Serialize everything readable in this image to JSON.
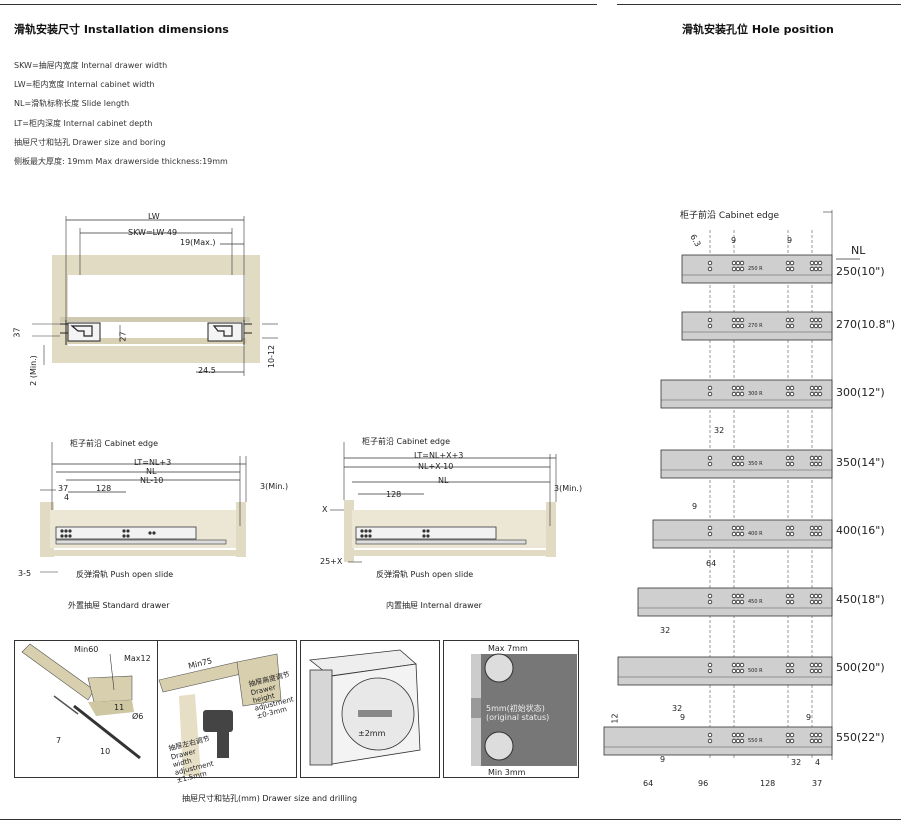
{
  "header_left": "滑轨安装尺寸 Installation dimensions",
  "header_right": "滑轨安装孔位 Hole position",
  "definitions": [
    "SKW=抽屉内宽度  Internal drawer width",
    "LW=柜内宽度  Internal cabinet width",
    "NL=滑轨标称长度  Slide length",
    "LT=柜内深度  Internal cabinet depth",
    "抽屉尺寸和钻孔  Drawer size and boring",
    "侧板最大厚度: 19mm   Max drawerside thickness:19mm"
  ],
  "front_view": {
    "lw": "LW",
    "skw": "SKW=LW-49",
    "max19": "19(Max.)",
    "d37": "37",
    "d27": "27",
    "d24_5": "24.5",
    "d10_12": "10-12",
    "min2": "2 (Min.)"
  },
  "std_drawer": {
    "edge": "柜子前沿  Cabinet edge",
    "lt": "LT=NL+3",
    "nl": "NL",
    "nl10": "NL-10",
    "d37": "37",
    "d4": "4",
    "d128": "128",
    "min3": "3(Min.)",
    "d35": "3-5",
    "push": "反弹滑轨  Push open slide",
    "caption": "外置抽屉 Standard drawer"
  },
  "int_drawer": {
    "edge": "柜子前沿  Cabinet edge",
    "lt": "LT=NL+X+3",
    "nlx": "NL+X-10",
    "nl": "NL",
    "d128": "128",
    "min3": "3(Min.)",
    "x": "X",
    "d25x": "25+X",
    "push": "反弹滑轨  Push open slide",
    "caption": "内置抽屉 Internal drawer"
  },
  "details": {
    "min60": "Min60",
    "max12": "Max12",
    "d11": "11",
    "d6": "Ø6",
    "d7": "7",
    "d10": "10",
    "min75": "Min75",
    "height_adj": "抽屉高度调节 Drawer height adjustment ±0-3mm",
    "width_adj": "抽屉左右调节 Drawer width adjustment ±1.5mm",
    "pm2": "±2mm",
    "max7": "Max 7mm",
    "orig": "5mm(初始状态)",
    "orig_en": "(original status)",
    "min3": "Min 3mm",
    "caption": "抽屉尺寸和钻孔(mm)  Drawer size and drilling"
  },
  "hole": {
    "edge": "柜子前沿  Cabinet edge",
    "nl_head": "NL",
    "sizes": [
      "250(10\")",
      "270(10.8\")",
      "300(12\")",
      "350(14\")",
      "400(16\")",
      "450(18\")",
      "500(20\")",
      "550(22\")"
    ],
    "rail_labels": [
      "250 R",
      "270 R",
      "300 R",
      "350 R",
      "400 R",
      "450 R",
      "500 R",
      "550 R"
    ],
    "d63": "6.3",
    "d9": "9",
    "d32": "32",
    "d64": "64",
    "d12": "12",
    "d96": "96",
    "d128": "128",
    "d37": "37",
    "d4": "4"
  }
}
